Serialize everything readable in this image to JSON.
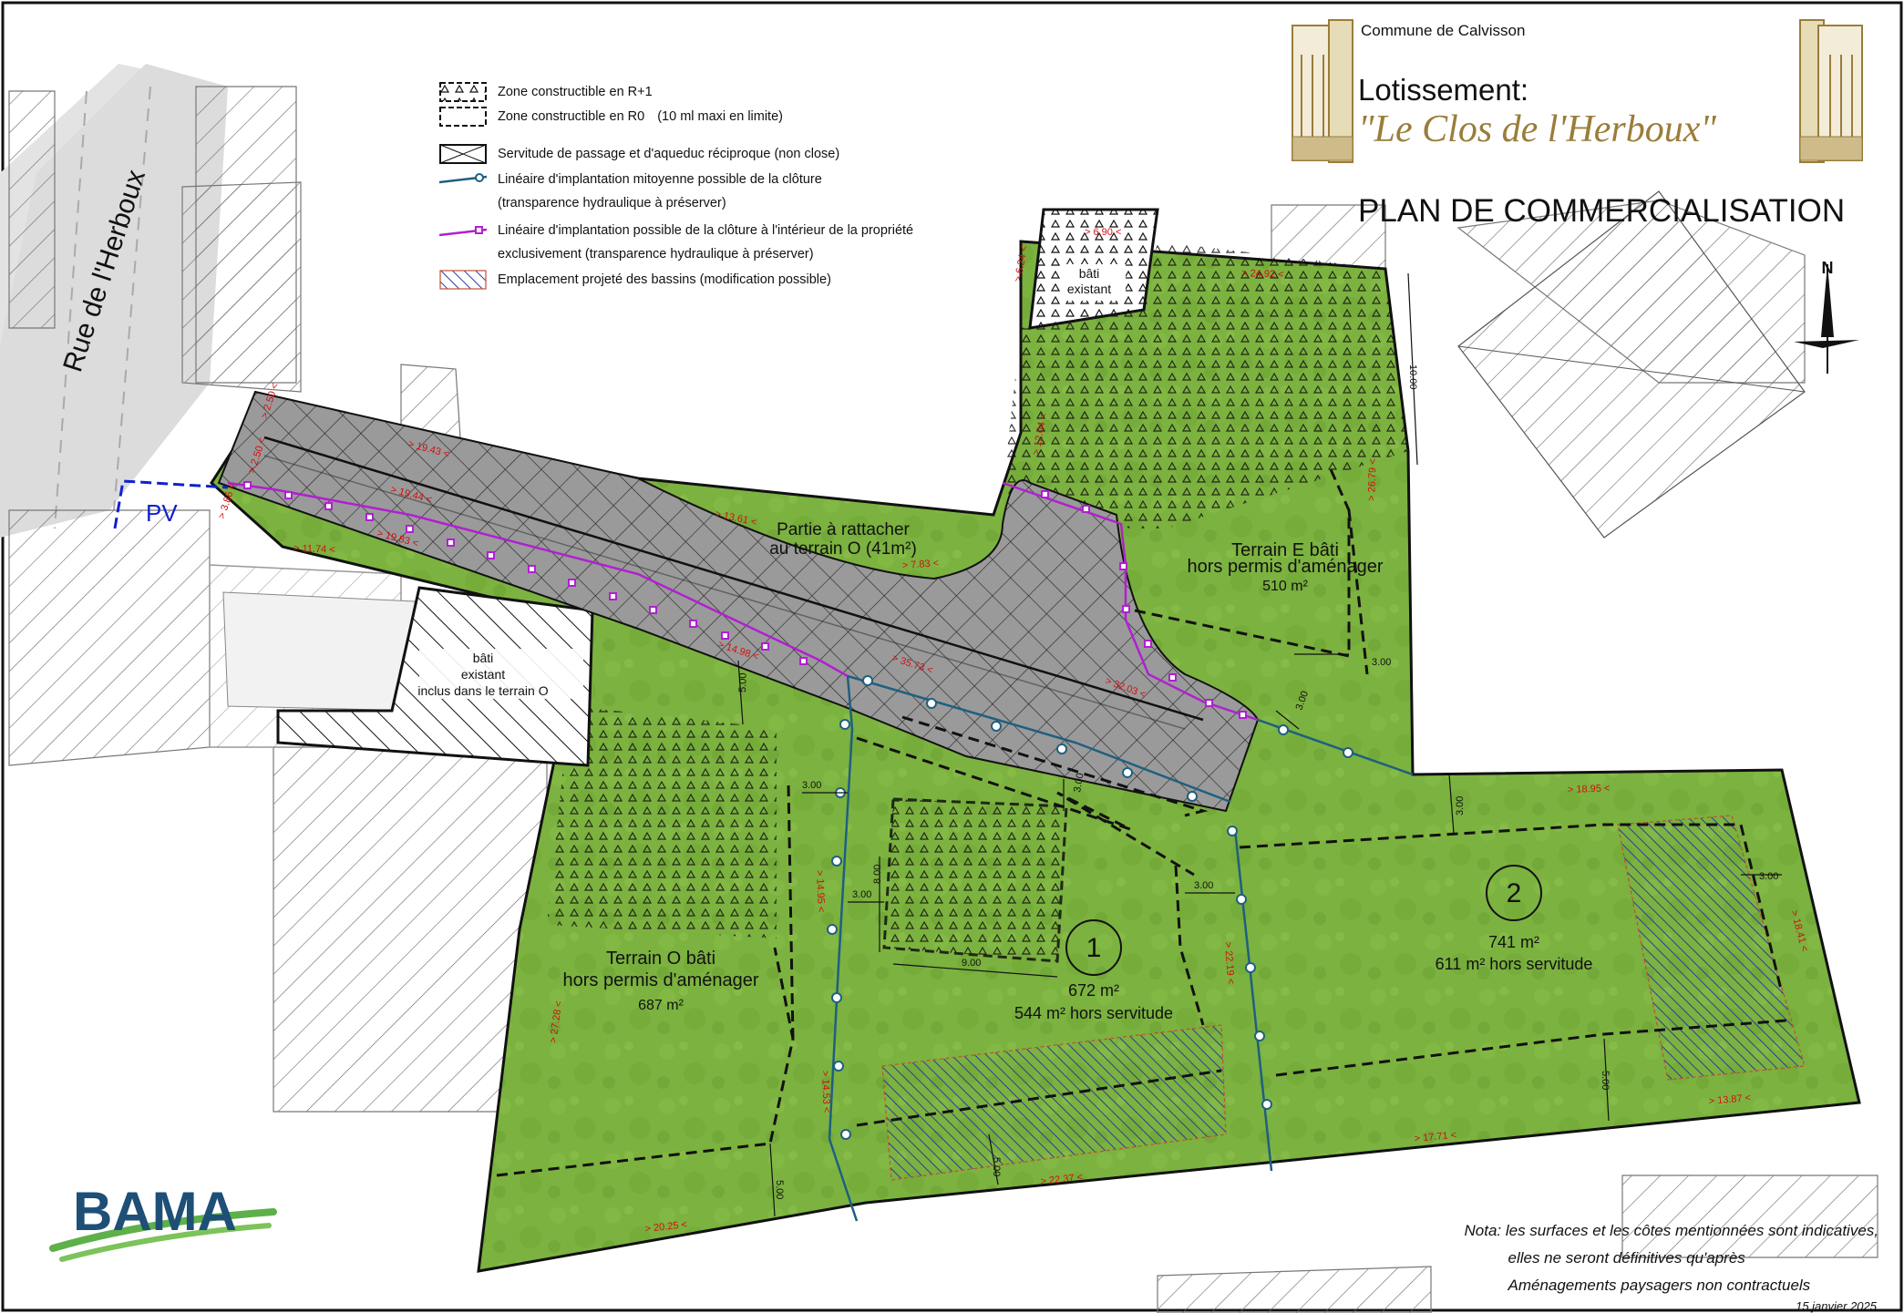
{
  "header": {
    "commune": "Commune de Calvisson",
    "lotissement_label": "Lotissement:",
    "lotissement_name": "\"Le Clos de l'Herboux\"",
    "plan_title": "PLAN DE COMMERCIALISATION"
  },
  "colors": {
    "grass": "#7db342",
    "grass_dark": "#5f9a2e",
    "road_gray": "#9d9d9d",
    "magenta_line": "#b020d0",
    "teal_line": "#1f5f80",
    "basin_blue": "#2c3c9c",
    "dimension_red": "#d01010",
    "gold": "#9a7d3a",
    "bama_blue": "#1e4f77",
    "bama_green": "#5eb04a"
  },
  "legend": {
    "items": [
      {
        "label": "Zone constructible en R+1",
        "icon": "triangle-hatch-icon"
      },
      {
        "label": "Zone constructible en R0",
        "icon": "dashed-box-icon"
      },
      {
        "label": "(10 ml maxi en limite)",
        "icon": "bracket-icon"
      },
      {
        "label": "Servitude de passage et d'aqueduc réciproque (non close)",
        "icon": "cross-box-icon"
      },
      {
        "label": "Linéaire d'implantation mitoyenne possible de la clôture",
        "icon": "teal-line-icon"
      },
      {
        "label": "(transparence hydraulique à préserver)",
        "icon": ""
      },
      {
        "label": "Linéaire d'implantation possible de la clôture à l'intérieur de la propriété",
        "icon": "magenta-line-icon"
      },
      {
        "label": "exclusivement (transparence hydraulique à préserver)",
        "icon": ""
      },
      {
        "label": "Emplacement projeté des bassins (modification possible)",
        "icon": "blue-hatch-icon"
      }
    ]
  },
  "map_labels": {
    "street": "Rue de l'Herboux",
    "pv": "PV",
    "bati_existant_top": [
      "bâti",
      "existant"
    ],
    "bati_existant_left": [
      "bâti",
      "existant",
      "inclus dans le terrain O"
    ],
    "partie_rattacher": [
      "Partie à rattacher",
      "au terrain O (41m²)"
    ],
    "terrain_e": [
      "Terrain E bâti",
      "hors permis d'aménager",
      "510 m²"
    ],
    "terrain_o": [
      "Terrain O bâti",
      "hors permis d'aménager",
      "687 m²"
    ],
    "lot1": {
      "number": "1",
      "area": "672 m²",
      "net": "544 m² hors servitude"
    },
    "lot2": {
      "number": "2",
      "area": "741 m²",
      "net": "611 m² hors servitude"
    },
    "north": "N"
  },
  "dimensions": {
    "red": [
      "> 2.50 <",
      "> 2.50 <",
      "> 3.86 <",
      "> 19.43 <",
      "> 19.44 <",
      "> 19.83 <",
      "> 11.74 <",
      "> 13.61 <",
      "> 7.83 <",
      "> 14.98 <",
      "> 35.73 <",
      "> 32.03 <",
      "> 6.24 <",
      "> 6.90 <",
      "> 24.92 <",
      "> 12.04 <",
      "> 26.79 <",
      "> 18.95 <",
      "> 18.41 <",
      "> 13.87 <",
      "> 17.71 <",
      "> 22.37 <",
      "> 20.25 <",
      "> 27.28 <",
      "> 14.95 <",
      "> 14.53 <",
      "> 22.19 <"
    ],
    "black": [
      "10.00",
      "3.00",
      "3.00",
      "3.00",
      "5.00",
      "3.00",
      "8.00",
      "3.00",
      "9.00",
      "3.00",
      "3.00",
      "3.00",
      "5.00",
      "5.00",
      "5.00"
    ]
  },
  "nota": {
    "line1": "Nota: les surfaces et les côtes mentionnées sont indicatives,",
    "line2": "elles ne seront définitives qu'après",
    "line3": "Aménagements paysagers non contractuels"
  },
  "date": "15 janvier 2025",
  "logo": {
    "text": "BAMA"
  }
}
